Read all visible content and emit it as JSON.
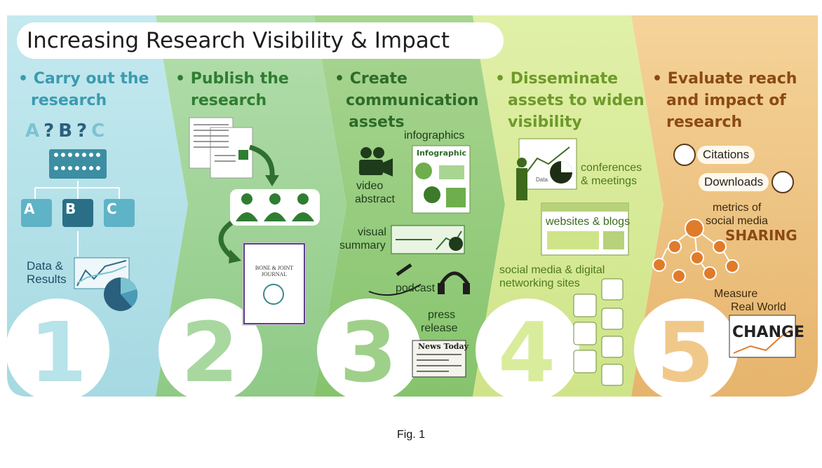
{
  "title": "Increasing Research Visibility & Impact",
  "caption": "Fig. 1",
  "steps": [
    {
      "number": "1",
      "heading": [
        "• Carry out the",
        "research"
      ],
      "color": "#b7e3ea"
    },
    {
      "number": "2",
      "heading": [
        "• Publish the",
        "research"
      ],
      "color": "#a8d8a0"
    },
    {
      "number": "3",
      "heading": [
        "• Create",
        "communication",
        "assets"
      ],
      "color": "#9fd08a"
    },
    {
      "number": "4",
      "heading": [
        "• Disseminate",
        "assets to widen",
        "visibility"
      ],
      "color": "#d9ec9c"
    },
    {
      "number": "5",
      "heading": [
        "• Evaluate reach",
        "and impact of",
        "research"
      ],
      "color": "#f0c98a"
    }
  ],
  "step1": {
    "letters": [
      "A",
      "?",
      "B",
      "?",
      "C"
    ],
    "group_labels": [
      "A",
      "B",
      "C"
    ],
    "data_label": [
      "Data &",
      "Results"
    ]
  },
  "step2": {
    "journal_title": [
      "BONE & JOINT",
      "JOURNAL"
    ]
  },
  "step3": {
    "infographics": "infographics",
    "infographic_title": "Infographic",
    "video": [
      "video",
      "abstract"
    ],
    "visual": [
      "visual",
      "summary"
    ],
    "podcast": "podcast",
    "press": [
      "press",
      "release"
    ],
    "newspaper": "News Today"
  },
  "step4": {
    "conferences": [
      "conferences",
      "& meetings"
    ],
    "chart_label": "Data",
    "websites": "websites & blogs",
    "social": [
      "social media & digital",
      "networking sites"
    ]
  },
  "step5": {
    "citations": "Citations",
    "downloads": "Downloads",
    "metrics": [
      "metrics of",
      "social media"
    ],
    "sharing": "SHARING",
    "measure": [
      "Measure",
      "Real World"
    ],
    "change": "CHANGE"
  }
}
